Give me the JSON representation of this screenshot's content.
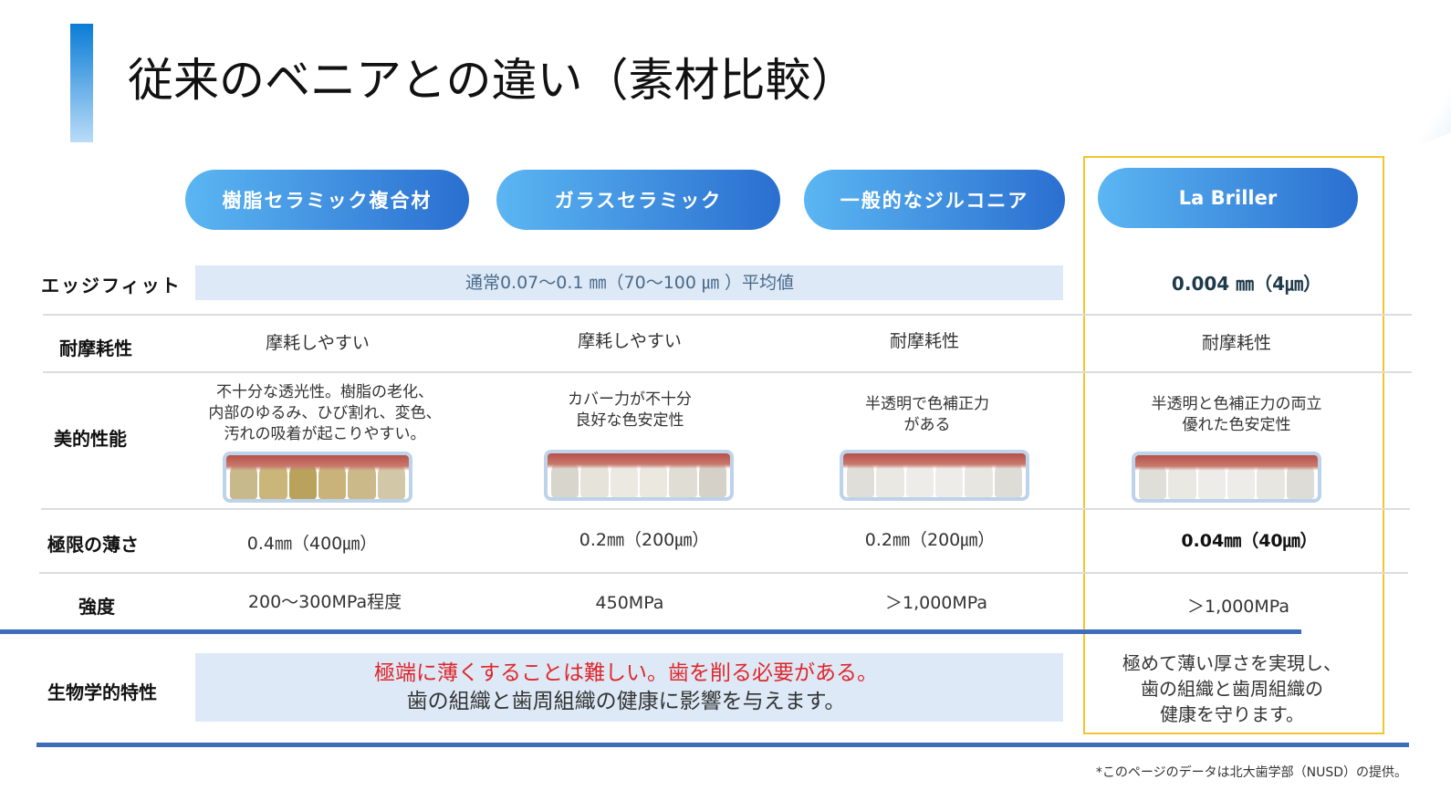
{
  "title": "従来のベニアとの違い（素材比較）",
  "columns": [
    "樹脂セラミック複合材",
    "ガラスセラミック",
    "一般的なジルコニア",
    "La Briller"
  ],
  "rows": {
    "edge_fit": {
      "label": "エッジフィット",
      "common": "通常0.07～0.1 ㎜（70～100 ㎛ ）平均値",
      "la_briller": "0.004 ㎜（4㎛）"
    },
    "wear": {
      "label": "耐摩耗性",
      "values": [
        "摩耗しやすい",
        "摩耗しやすい",
        "耐摩耗性",
        "耐摩耗性"
      ]
    },
    "aesthetics": {
      "label": "美的性能",
      "values": [
        [
          "不十分な透光性。樹脂の老化、",
          "内部のゆるみ、ひび割れ、変色、",
          "汚れの吸着が起こりやすい。"
        ],
        [
          "カバー力が不十分",
          "良好な色安定性"
        ],
        [
          "半透明で色補正力",
          "がある"
        ],
        [
          "半透明と色補正力の両立",
          "優れた色安定性"
        ]
      ]
    },
    "thinness": {
      "label": "極限の薄さ",
      "values": [
        "0.4㎜（400㎛）",
        "0.2㎜（200㎛）",
        "0.2㎜（200㎛）",
        "0.04㎜（40㎛）"
      ]
    },
    "strength": {
      "label": "強度",
      "values": [
        "200～300MPa程度",
        "450MPa",
        "＞1,000MPa",
        "＞1,000MPa"
      ]
    },
    "bio": {
      "label": "生物学的特性",
      "common_red": "極端に薄くすることは難しい。歯を削る必要がある。",
      "common": "歯の組織と歯周組織の健康に影響を与えます。",
      "la_briller": [
        "極めて薄い厚さを実現し、",
        "歯の組織と歯周組織の",
        "健康を守ります。"
      ]
    }
  },
  "footnote": "*このページのデータは北大歯学部（NUSD）の提供。",
  "colors": {
    "accent": "#2a6fd0",
    "highlight": "#f2c531",
    "warning": "#e0262b"
  }
}
